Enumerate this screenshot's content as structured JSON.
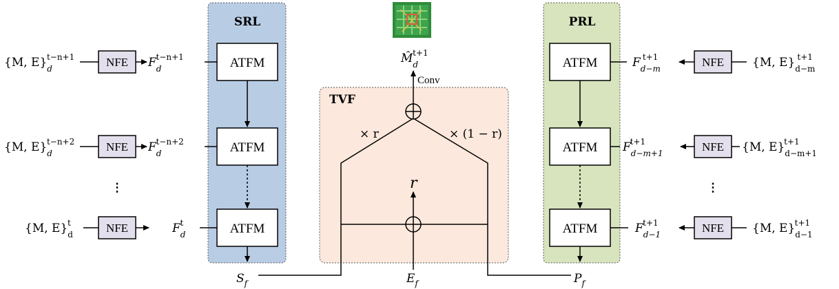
{
  "regions": {
    "srl_title": "SRL",
    "prl_title": "PRL",
    "tvf_title": "TVF"
  },
  "blocks": {
    "atfm": "ATFM",
    "nfe": "NFE",
    "conv": "Conv"
  },
  "colors": {
    "srl_fill": "#b8cce4",
    "prl_fill": "#d7e4bd",
    "tvf_fill": "#fce8dc",
    "nfe_fill": "#e4dfec"
  },
  "symbols": {
    "vdots": "⋮",
    "brace_ME": "{M, E}",
    "F": "F",
    "d": "d",
    "S": "S",
    "P": "P",
    "E": "E",
    "f": "f",
    "r": "r",
    "M_hat": "M̂",
    "weight_r": "× r",
    "weight_1mr": "× (1 − r)"
  },
  "superscripts": {
    "t_n1": "t−n+1",
    "t_n2": "t−n+2",
    "t": "t",
    "t1": "t+1"
  },
  "subscripts": {
    "d_m": "d−m",
    "d_m1_plus": "d−m+1",
    "d_m1_text": "d−m",
    "d_1": "d−1",
    "d_m1_rm": "d−m+1"
  }
}
